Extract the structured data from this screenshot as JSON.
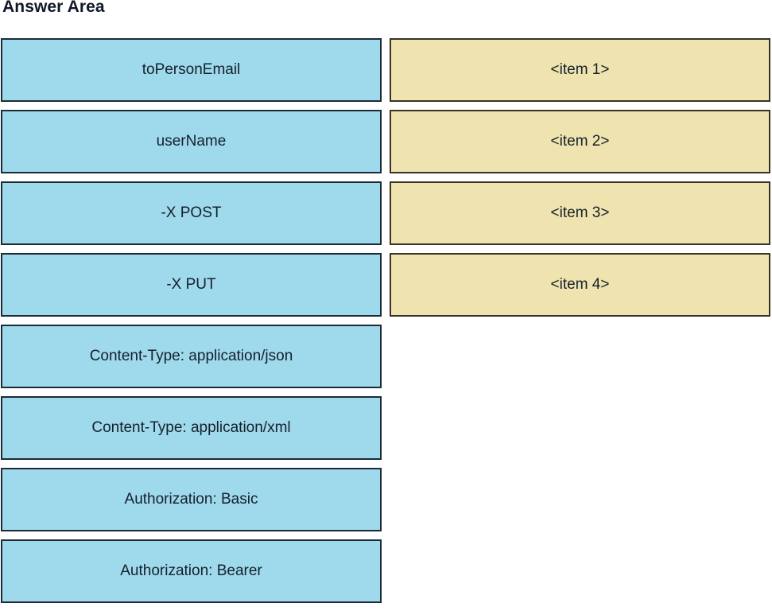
{
  "page": {
    "title": "Answer Area"
  },
  "colors": {
    "source_fill": "#9ED9EC",
    "source_border": "#1D2B36",
    "target_fill": "#EFE3B0",
    "target_border": "#3A3326",
    "text": "#16202B",
    "background": "#FFFFFF"
  },
  "source_column": {
    "items": [
      {
        "label": "toPersonEmail"
      },
      {
        "label": "userName"
      },
      {
        "label": "-X POST"
      },
      {
        "label": "-X PUT"
      },
      {
        "label": "Content-Type: application/json"
      },
      {
        "label": "Content-Type: application/xml"
      },
      {
        "label": "Authorization: Basic"
      },
      {
        "label": "Authorization: Bearer"
      }
    ]
  },
  "target_column": {
    "items": [
      {
        "label": "<item 1>"
      },
      {
        "label": "<item 2>"
      },
      {
        "label": "<item 3>"
      },
      {
        "label": "<item 4>"
      }
    ]
  }
}
